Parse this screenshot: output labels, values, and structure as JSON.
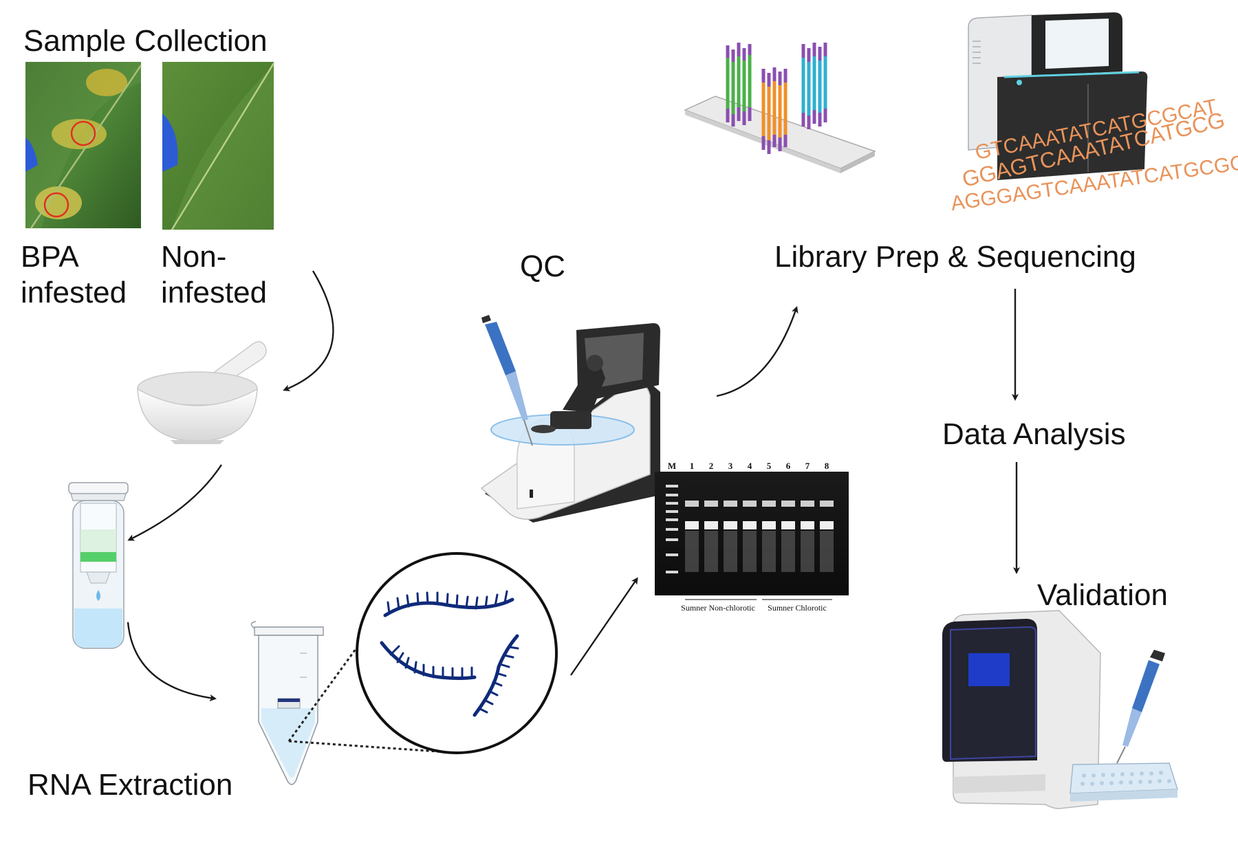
{
  "labels": {
    "sample_collection": "Sample Collection",
    "bpa_infested": "BPA\ninfested",
    "non_infested": "Non-\ninfested",
    "qc": "QC",
    "library_prep": "Library Prep & Sequencing",
    "data_analysis": "Data Analysis",
    "validation": "Validation",
    "rna_extraction": "RNA Extraction"
  },
  "gel": {
    "lanes": [
      "M",
      "1",
      "2",
      "3",
      "4",
      "5",
      "6",
      "7",
      "8"
    ],
    "group_left": "Sumner Non-chlorotic",
    "group_right": "Sumner Chlorotic"
  },
  "dna_text": {
    "line1": "GTCAAATATCATGCGCAT",
    "line2": "GGAGTCAAATATCATGCG",
    "line3": "AGGGAGTCAAATATCATGCGCAT"
  },
  "colors": {
    "arrow": "#1a1a1a",
    "dna_text": "#e8935a",
    "rna_strand": "#0f2a7a",
    "screen_blue": "#1e3cc8"
  }
}
